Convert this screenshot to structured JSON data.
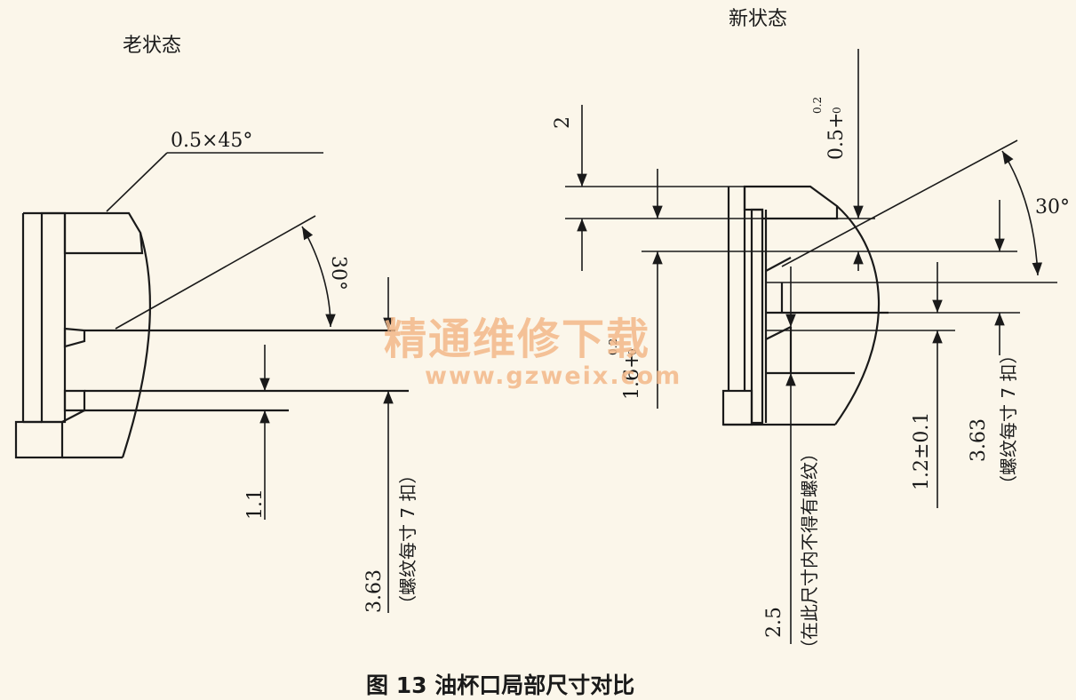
{
  "titles": {
    "old": "老状态",
    "new": "新状态"
  },
  "old_state": {
    "chamfer": "0.5×45°",
    "angle": "30°",
    "dim_1": "1.1",
    "dim_2": "3.63",
    "dim_2_note": "（螺纹每寸 7 扣）"
  },
  "new_state": {
    "dim_2": "2",
    "dim_tol_base": "0.5+",
    "dim_tol_upper": "0.2",
    "dim_tol_lower": "0",
    "dim_16_base": "1.6+",
    "dim_16_upper": "0.2",
    "dim_16_lower": "0",
    "angle": "30°",
    "dim_12": "1.2±0.1",
    "dim_363": "3.63",
    "dim_363_note": "（螺纹每寸 7 扣）",
    "dim_25": "2.5",
    "dim_25_note": "（在此尺寸内不得有螺纹）"
  },
  "caption": "图 13    油杯口局部尺寸对比",
  "watermark": {
    "cn": "精通维修下载",
    "url": "www.gzweix.com"
  },
  "colors": {
    "ink": "#1a1a1a",
    "paper": "#fbf6ea",
    "watermark": "#f3b889"
  }
}
